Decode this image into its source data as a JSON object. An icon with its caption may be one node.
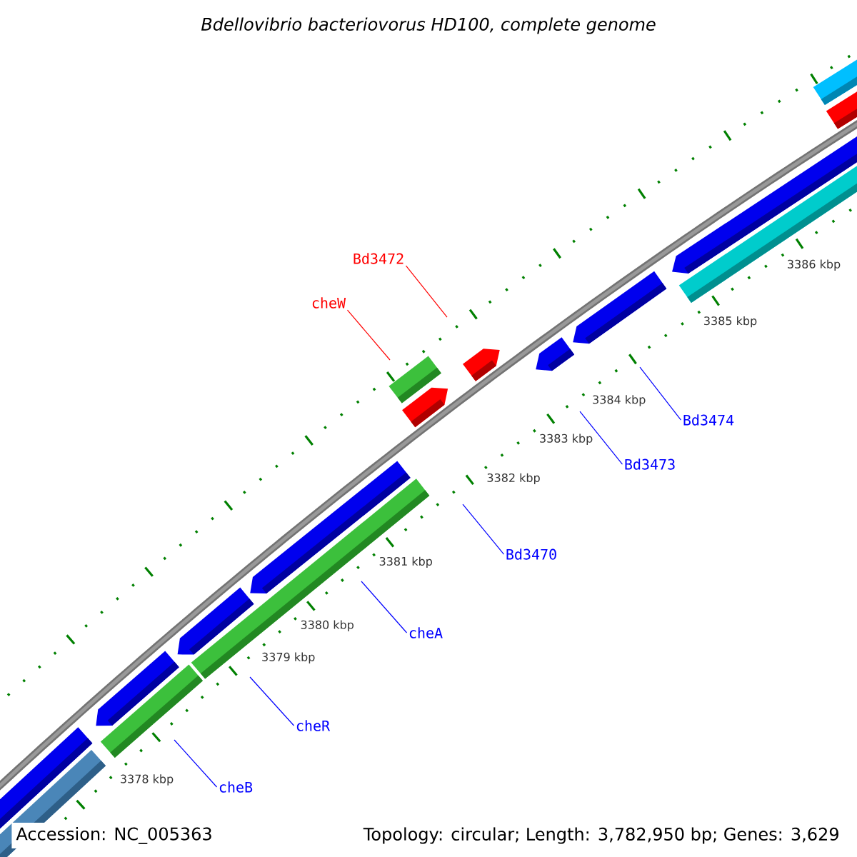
{
  "diagram": {
    "title": "*Bdellovibrio bacteriovorus* HD100, complete genome",
    "nodes": [
      {
        "text": [
          "Bd3472"
        ]
      },
      {
        "text": [
          "cheW"
        ]
      },
      {
        "text": [
          "Bd3474"
        ]
      },
      {
        "text": [
          "Bd3473"
        ]
      },
      {
        "text": [
          "Bd3470"
        ]
      },
      {
        "text": [
          "cheA"
        ]
      },
      {
        "text": [
          "cheR"
        ]
      },
      {
        "text": [
          "cheB"
        ]
      }
    ],
    "edges": [
      {
        "from": 0,
        "to": null,
        "arrow": "none",
        "color": "#ff0000"
      },
      {
        "from": 1,
        "to": null,
        "arrow": "none",
        "color": "#ff0000"
      },
      {
        "from": 2,
        "to": null,
        "arrow": "none"
      },
      {
        "from": 3,
        "to": null,
        "arrow": "none"
      },
      {
        "from": 4,
        "to": null,
        "arrow": "none"
      },
      {
        "from": 5,
        "to": null,
        "arrow": "none"
      },
      {
        "from": 6,
        "to": null,
        "arrow": "none"
      },
      {
        "from": 7,
        "to": null,
        "arrow": "none"
      }
    ],
    "labels": [
      "3386 kbp",
      "3385 kbp",
      "3384 kbp",
      "3383 kbp",
      "3382 kbp",
      "3381 kbp",
      "3380 kbp",
      "3379 kbp",
      "3378 kbp",
      "Accession: NC_005363",
      "Topology: circular; Length: 3,782,950 bp; Genes: 3,629"
    ]
  }
}
